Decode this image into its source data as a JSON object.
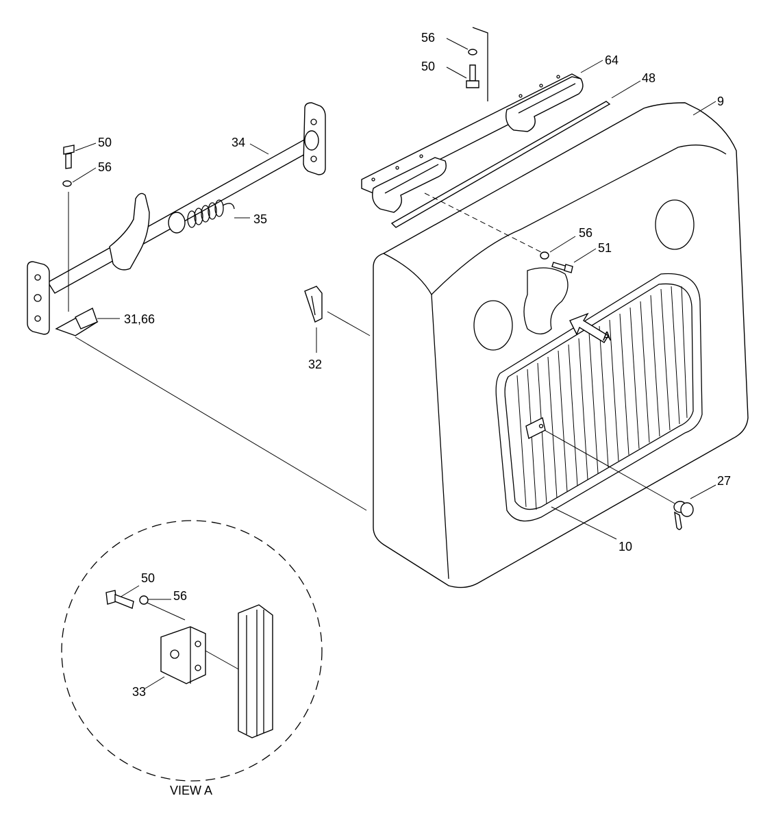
{
  "labels": {
    "l56_top": "56",
    "l50_top": "50",
    "l64": "64",
    "l48": "48",
    "l9": "9",
    "l50_left": "50",
    "l56_left": "56",
    "l34": "34",
    "l35": "35",
    "l56_mid": "56",
    "l51": "51",
    "l31_66": "31,66",
    "l32": "32",
    "lA": "A",
    "l27": "27",
    "l10": "10",
    "l50_view": "50",
    "l56_view": "56",
    "l33": "33"
  },
  "view_title": "VIEW A"
}
